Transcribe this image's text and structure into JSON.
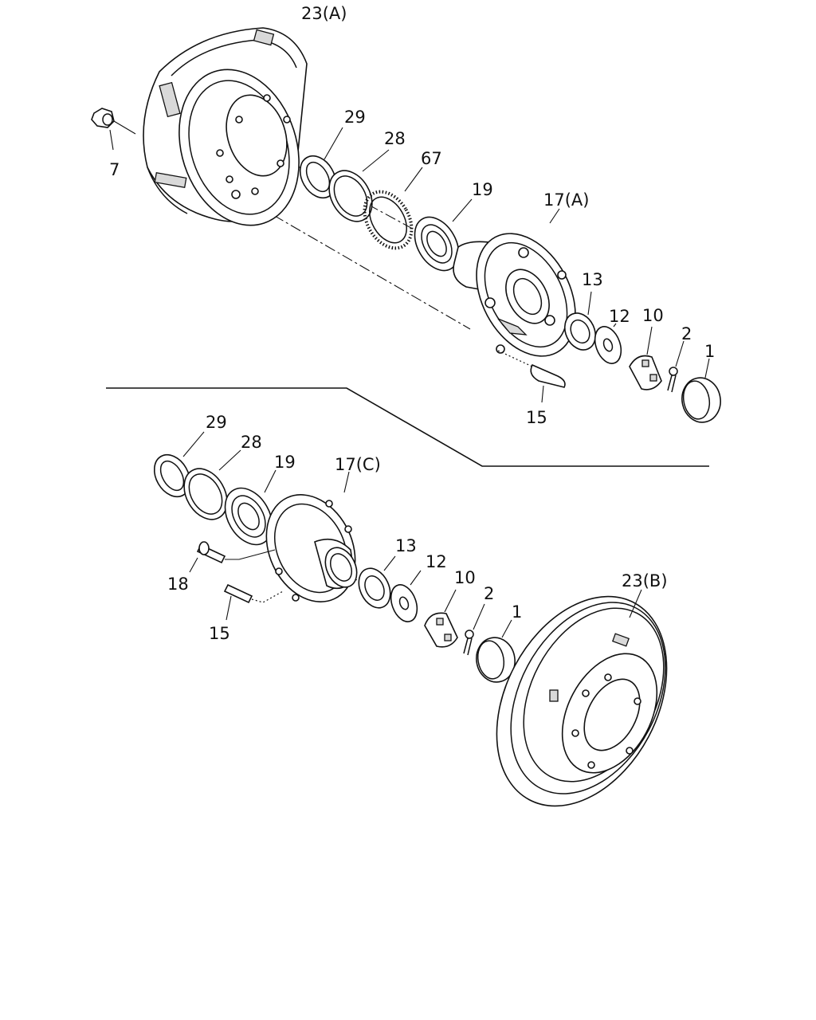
{
  "diagram": {
    "upper_assembly": {
      "callouts": [
        {
          "id": "u-23a",
          "text": "23(A)"
        },
        {
          "id": "u-7",
          "text": "7"
        },
        {
          "id": "u-29",
          "text": "29"
        },
        {
          "id": "u-28",
          "text": "28"
        },
        {
          "id": "u-67",
          "text": "67"
        },
        {
          "id": "u-19",
          "text": "19"
        },
        {
          "id": "u-17a",
          "text": "17(A)"
        },
        {
          "id": "u-13",
          "text": "13"
        },
        {
          "id": "u-12",
          "text": "12"
        },
        {
          "id": "u-10",
          "text": "10"
        },
        {
          "id": "u-2",
          "text": "2"
        },
        {
          "id": "u-1",
          "text": "1"
        },
        {
          "id": "u-15",
          "text": "15"
        }
      ]
    },
    "lower_assembly": {
      "callouts": [
        {
          "id": "l-29",
          "text": "29"
        },
        {
          "id": "l-28",
          "text": "28"
        },
        {
          "id": "l-19",
          "text": "19"
        },
        {
          "id": "l-17c",
          "text": "17(C)"
        },
        {
          "id": "l-13",
          "text": "13"
        },
        {
          "id": "l-12",
          "text": "12"
        },
        {
          "id": "l-10",
          "text": "10"
        },
        {
          "id": "l-2",
          "text": "2"
        },
        {
          "id": "l-1",
          "text": "1"
        },
        {
          "id": "l-23b",
          "text": "23(B)"
        },
        {
          "id": "l-18",
          "text": "18"
        },
        {
          "id": "l-15",
          "text": "15"
        }
      ]
    }
  }
}
